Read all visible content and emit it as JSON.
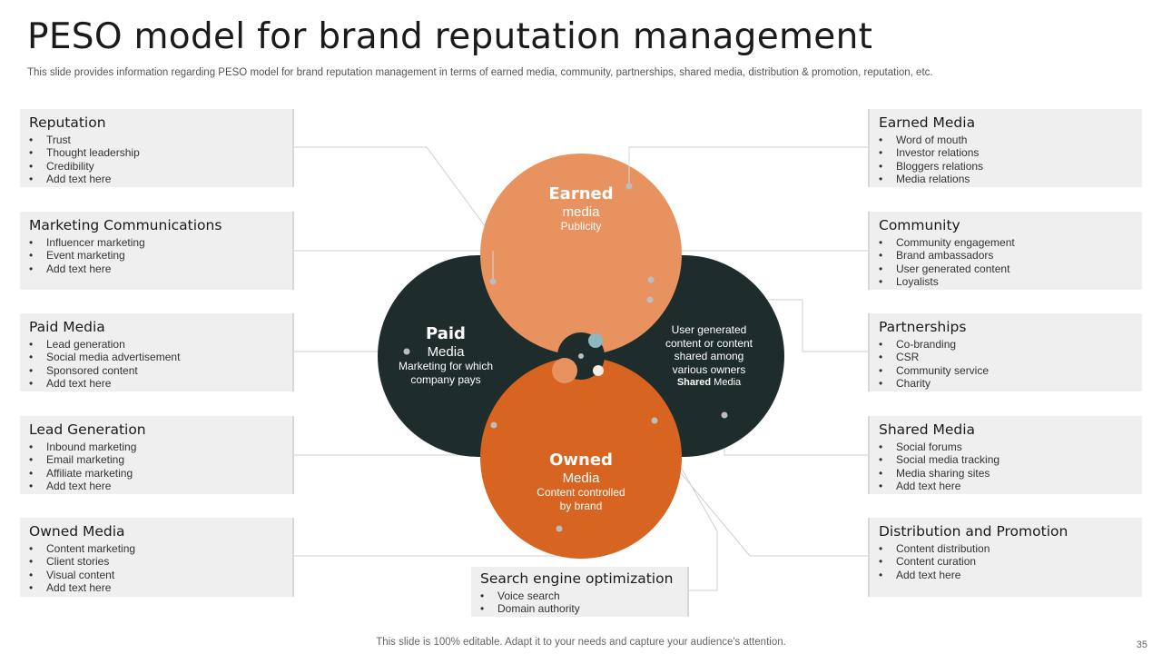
{
  "header": {
    "title": "PESO model for brand reputation management",
    "subtitle": "This slide provides information regarding PESO model for brand reputation management in terms of earned media, community, partnerships, shared media, distribution & promotion, reputation, etc."
  },
  "left_boxes": [
    {
      "title": "Reputation",
      "items": [
        "Trust",
        "Thought leadership",
        "Credibility",
        "Add text here"
      ]
    },
    {
      "title": "Marketing Communications",
      "items": [
        "Influencer marketing",
        "Event marketing",
        "Add text here"
      ]
    },
    {
      "title": "Paid Media",
      "items": [
        "Lead generation",
        "Social media advertisement",
        "Sponsored content",
        "Add text here"
      ]
    },
    {
      "title": "Lead Generation",
      "items": [
        "Inbound marketing",
        "Email marketing",
        "Affiliate marketing",
        "Add text here"
      ]
    },
    {
      "title": "Owned Media",
      "items": [
        "Content marketing",
        "Client stories",
        "Visual content",
        "Add text here"
      ]
    }
  ],
  "right_boxes": [
    {
      "title": "Earned Media",
      "items": [
        "Word of mouth",
        "Investor relations",
        "Bloggers relations",
        "Media relations"
      ]
    },
    {
      "title": "Community",
      "items": [
        "Community engagement",
        "Brand ambassadors",
        "User generated content",
        "Loyalists"
      ]
    },
    {
      "title": "Partnerships",
      "items": [
        "Co-branding",
        "CSR",
        "Community service",
        "Charity"
      ]
    },
    {
      "title": "Shared Media",
      "items": [
        "Social forums",
        "Social media tracking",
        "Media sharing sites",
        "Add text here"
      ]
    },
    {
      "title": "Distribution and Promotion",
      "items": [
        "Content distribution",
        "Content curation",
        "Add text here"
      ]
    }
  ],
  "bottom_box": {
    "title": "Search engine optimization",
    "items": [
      "Voice search",
      "Domain authority"
    ]
  },
  "circles": {
    "earned": {
      "head": "Earned",
      "sub": "media",
      "desc": "Publicity"
    },
    "paid": {
      "head": "Paid",
      "sub": "Media",
      "desc1": "Marketing for which",
      "desc2": "company pays"
    },
    "owned": {
      "head": "Owned",
      "sub": "Media",
      "desc1": "Content controlled",
      "desc2": "by brand"
    },
    "shared": {
      "desc1": "User generated",
      "desc2": "content or content",
      "desc3": "shared among",
      "desc4": "various owners",
      "bold": "Shared",
      "tail": " Media"
    }
  },
  "colors": {
    "earned": "#E8925F",
    "owned": "#D86421",
    "dark": "#1E2D2C",
    "teal_dot": "#8FB7C2",
    "connector": "#cfcfcf"
  },
  "footer": {
    "note": "This slide is 100% editable. Adapt it to your needs and capture your audience's attention.",
    "page": "35"
  }
}
